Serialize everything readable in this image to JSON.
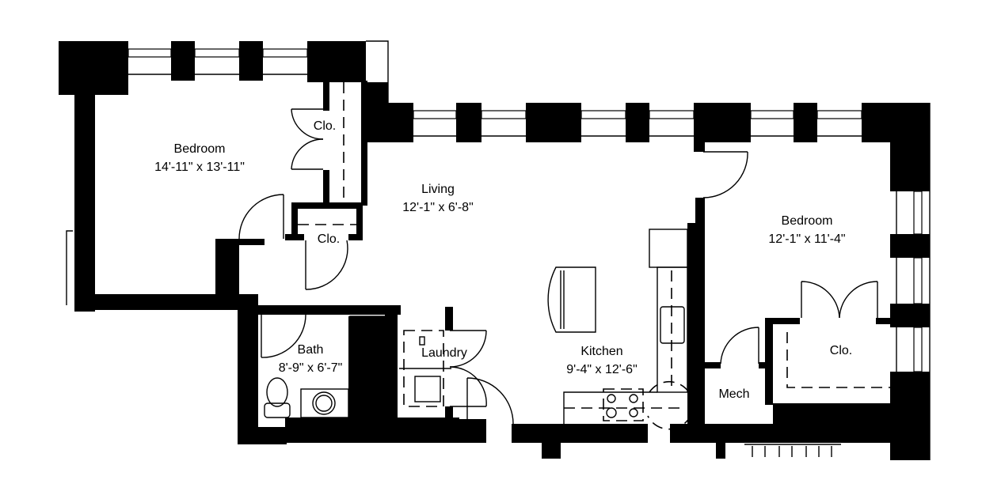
{
  "plan": {
    "colors": {
      "wall": "#000000",
      "background": "#ffffff"
    },
    "rooms": [
      {
        "id": "bedroom-1",
        "name": "Bedroom",
        "size": "14'-11\" x 13'-11\""
      },
      {
        "id": "living",
        "name": "Living",
        "size": "12'-1\" x 6'-8\""
      },
      {
        "id": "bedroom-2",
        "name": "Bedroom",
        "size": "12'-1\" x 11'-4\""
      },
      {
        "id": "bath",
        "name": "Bath",
        "size": "8'-9\" x 6'-7\""
      },
      {
        "id": "kitchen",
        "name": "Kitchen",
        "size": "9'-4\" x 12'-6\""
      },
      {
        "id": "laundry",
        "name": "Laundry"
      },
      {
        "id": "mech",
        "name": "Mech"
      }
    ],
    "closets": [
      {
        "id": "closet-bedroom1-wardrobe",
        "name": "Clo."
      },
      {
        "id": "closet-hall",
        "name": "Clo."
      },
      {
        "id": "closet-bedroom2",
        "name": "Clo."
      }
    ]
  }
}
